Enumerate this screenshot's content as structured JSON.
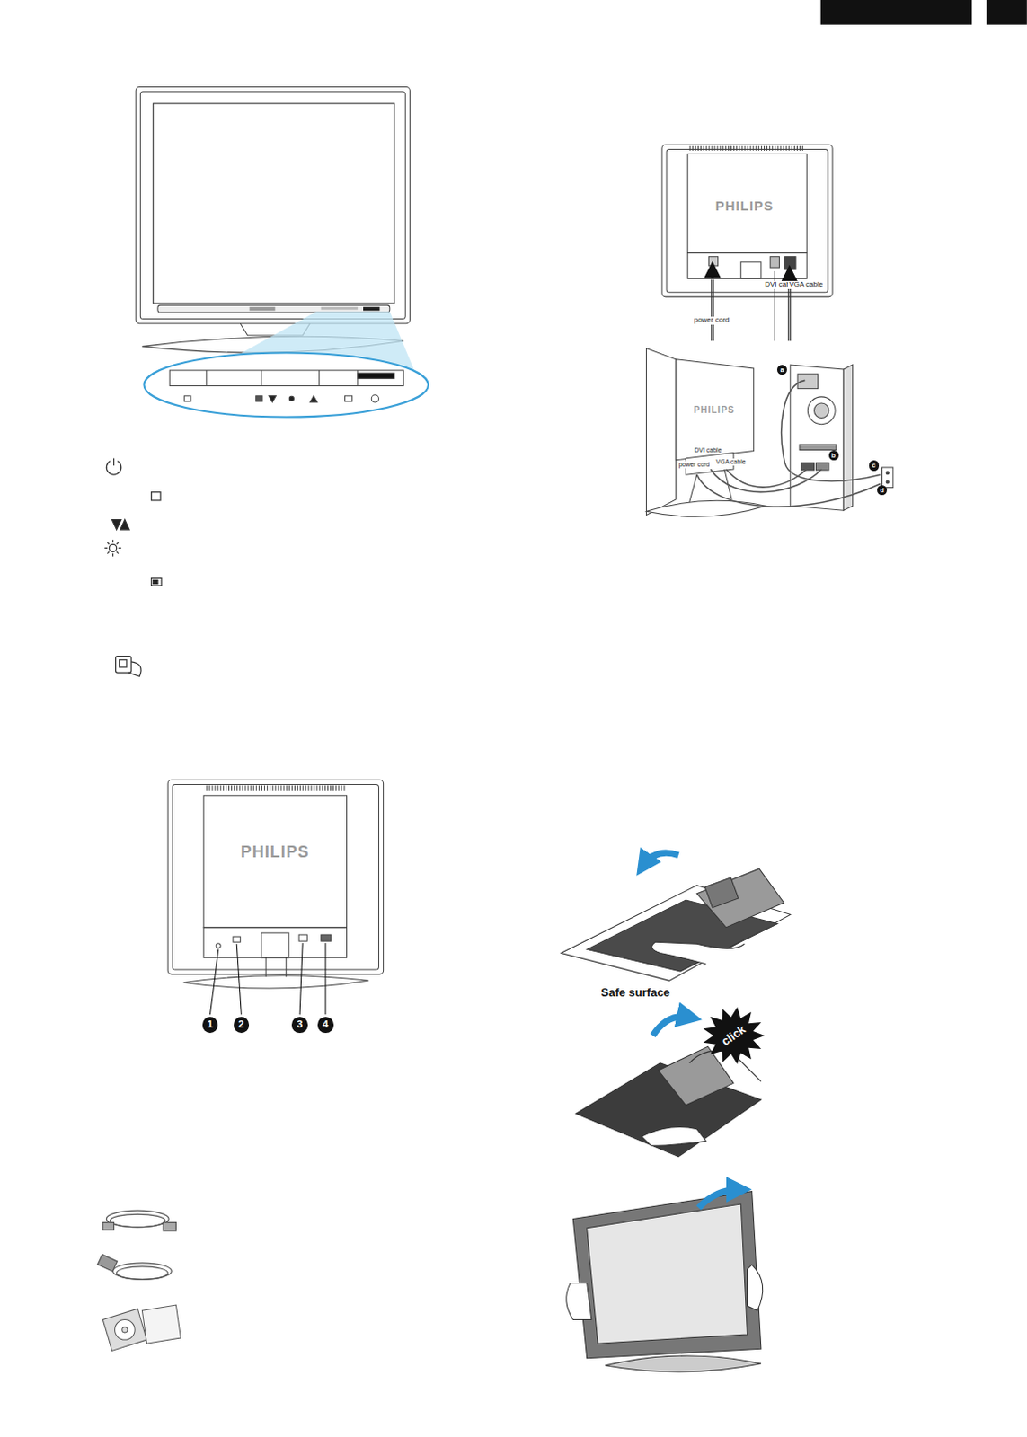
{
  "diagram": {
    "labels": [
      "PHILIPS",
      "DVI cable",
      "VGA cable",
      "power cord",
      "a",
      "PHILIPS",
      "DVI cable",
      "power cord",
      "VGA cable",
      "b",
      "c",
      "d",
      "PHILIPS",
      "1",
      "2",
      "3",
      "4",
      "Safe surface",
      "click"
    ]
  }
}
